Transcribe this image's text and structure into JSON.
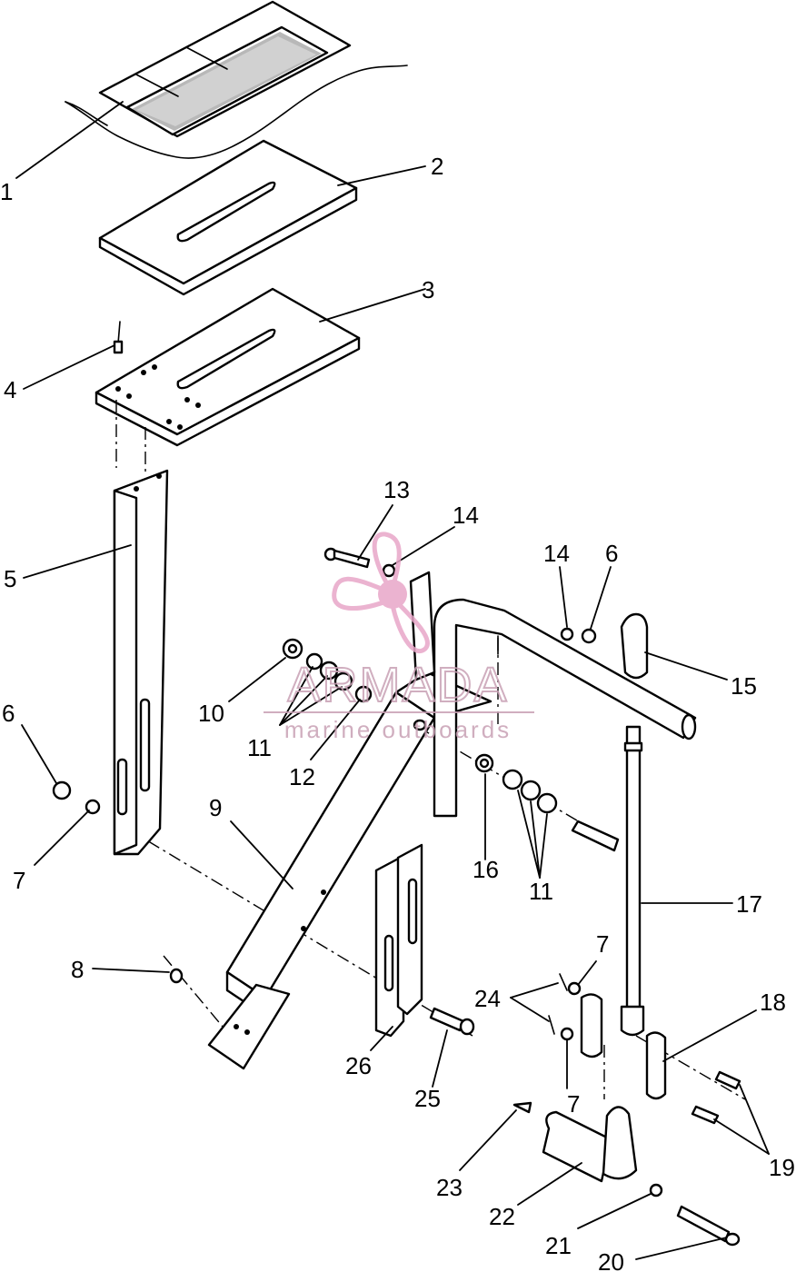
{
  "callouts": {
    "c1": "1",
    "c2": "2",
    "c3": "3",
    "c4": "4",
    "c5": "5",
    "c6a": "6",
    "c6b": "6",
    "c7a": "7",
    "c7b": "7",
    "c7c": "7",
    "c8": "8",
    "c9": "9",
    "c10": "10",
    "c11a": "11",
    "c11b": "11",
    "c12": "12",
    "c13": "13",
    "c14a": "14",
    "c14b": "14",
    "c15": "15",
    "c16": "16",
    "c17": "17",
    "c18": "18",
    "c19": "19",
    "c20": "20",
    "c21": "21",
    "c22": "22",
    "c23": "23",
    "c24": "24",
    "c25": "25",
    "c26": "26"
  },
  "watermark": {
    "brand": "ARMADA",
    "tagline": "marine outboards",
    "color": "#e8a6c8"
  },
  "colors": {
    "ink": "#000000",
    "paper": "#ffffff"
  }
}
